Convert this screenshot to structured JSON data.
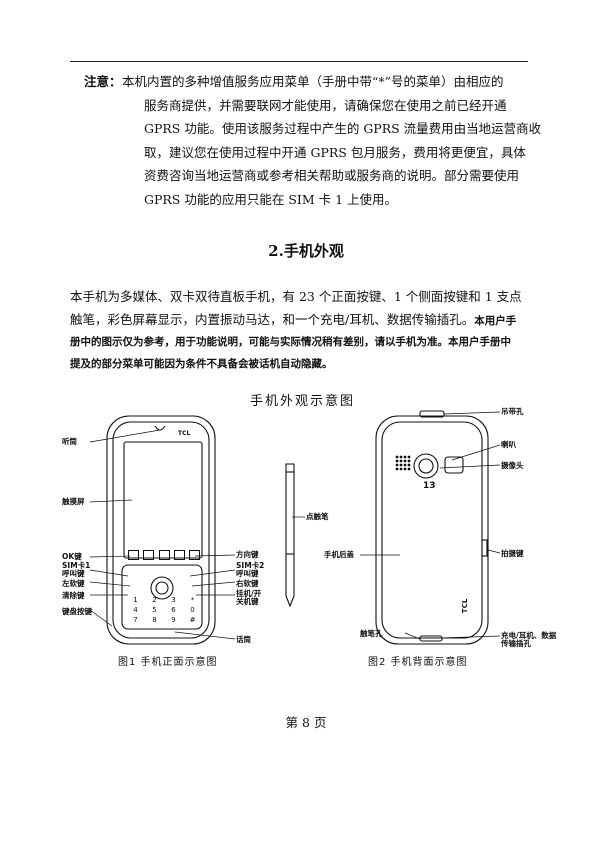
{
  "note": {
    "label": "注意：",
    "lines": [
      "本机内置的多种增值服务应用菜单（手册中带“*”号的菜单）由相应的",
      "服务商提供，并需要联网才能使用，请确保您在使用之前已经开通",
      "GPRS 功能。使用该服务过程中产生的 GPRS 流量费用由当地运营商收",
      "取，建议您在使用过程中开通 GPRS 包月服务，费用将更便宜，具体",
      "资费咨询当地运营商或参考相关帮助或服务商的说明。部分需要使用",
      "GPRS 功能的应用只能在 SIM 卡 1 上使用。"
    ]
  },
  "section_title": "2.手机外观",
  "body": {
    "line1": "本手机为多媒体、双卡双待直板手机，有 23 个正面按键、1 个侧面按键和 1 支点",
    "line2a": "触笔，彩色屏幕显示，内置振动马达，和一个充电/耳机、数据传输插孔。",
    "line2b": "本用户手",
    "line3": "册中的图示仅为参考，用于功能说明，可能与实际情况稍有差别，请以手机为准。本用户手册中",
    "line4": "提及的部分菜单可能因为条件不具备会被话机自动隐藏。"
  },
  "figure": {
    "title": "手机外观示意图",
    "front_labels": {
      "earpiece": "听筒",
      "touchscreen": "触摸屏",
      "ok_key": "OK键",
      "sim1_call": "SIM卡1\n呼叫键",
      "left_soft": "左软键",
      "clear_key": "清除键",
      "keypad": "键盘按键",
      "nav_key": "方向键",
      "sim2_call": "SIM卡2\n呼叫键",
      "right_soft": "右软键",
      "power_end": "挂机/开\n关机键",
      "microphone": "话筒"
    },
    "stylus_label": "点触笔",
    "back_labels": {
      "strap_hole": "吊带孔",
      "speaker": "喇叭",
      "camera": "摄像头",
      "back_cover": "手机后盖",
      "shutter": "拍摄键",
      "stylus_hole": "触笔孔",
      "charge_port": "充电/耳机、数据\n传输插孔"
    },
    "brand": "TCL",
    "back_logo_text": "13",
    "keys": [
      "1",
      "2",
      "3",
      "*",
      "4",
      "5",
      "6",
      "0",
      "7",
      "8",
      "9",
      "#"
    ],
    "caption1": "图1 手机正面示意图",
    "caption2": "图2 手机背面示意图"
  },
  "page_number": "第 8 页"
}
